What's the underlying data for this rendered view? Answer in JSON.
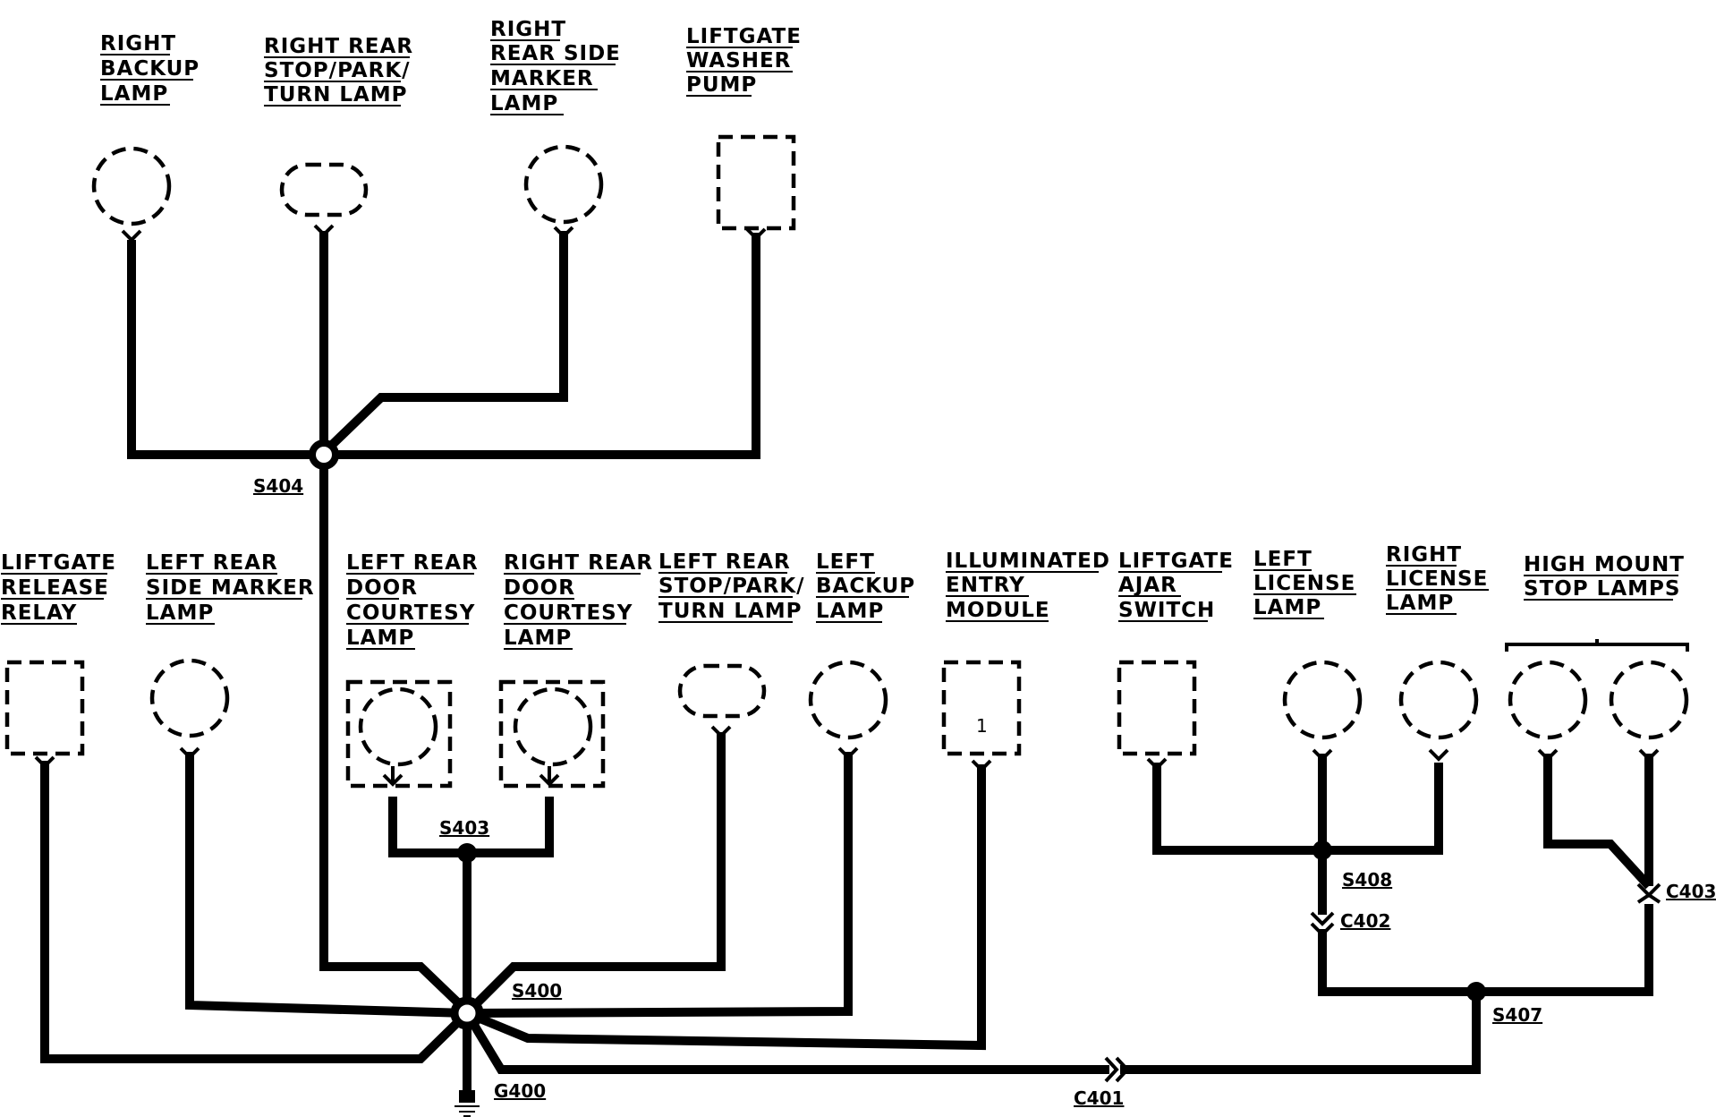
{
  "components": {
    "right_backup_lamp": [
      "RIGHT",
      "BACKUP",
      "LAMP"
    ],
    "right_rear_stop_park_turn_lamp": [
      "RIGHT REAR",
      "STOP/PARK/",
      "TURN LAMP"
    ],
    "right_rear_side_marker_lamp": [
      "RIGHT",
      "REAR SIDE",
      "MARKER",
      "LAMP"
    ],
    "liftgate_washer_pump": [
      "LIFTGATE",
      "WASHER",
      "PUMP"
    ],
    "liftgate_release_relay": [
      "LIFTGATE",
      "RELEASE",
      "RELAY"
    ],
    "left_rear_side_marker_lamp": [
      "LEFT REAR",
      "SIDE MARKER",
      "LAMP"
    ],
    "left_rear_door_courtesy_lamp": [
      "LEFT REAR",
      "DOOR",
      "COURTESY",
      "LAMP"
    ],
    "right_rear_door_courtesy_lamp": [
      "RIGHT REAR",
      "DOOR",
      "COURTESY",
      "LAMP"
    ],
    "left_rear_stop_park_turn_lamp": [
      "LEFT REAR",
      "STOP/PARK/",
      "TURN LAMP"
    ],
    "left_backup_lamp": [
      "LEFT",
      "BACKUP",
      "LAMP"
    ],
    "illuminated_entry_module": [
      "ILLUMINATED",
      "ENTRY",
      "MODULE"
    ],
    "liftgate_ajar_switch": [
      "LIFTGATE",
      "AJAR",
      "SWITCH"
    ],
    "left_license_lamp": [
      "LEFT",
      "LICENSE",
      "LAMP"
    ],
    "right_license_lamp": [
      "RIGHT",
      "LICENSE",
      "LAMP"
    ],
    "high_mount_stop_lamps": [
      "HIGH MOUNT",
      "STOP LAMPS"
    ]
  },
  "module_pin": "1",
  "splices": {
    "s404": "S404",
    "s403": "S403",
    "s400": "S400",
    "s408": "S408",
    "s407": "S407"
  },
  "connectors": {
    "c401": "C401",
    "c402": "C402",
    "c403": "C403"
  },
  "ground": {
    "g400": "G400"
  }
}
